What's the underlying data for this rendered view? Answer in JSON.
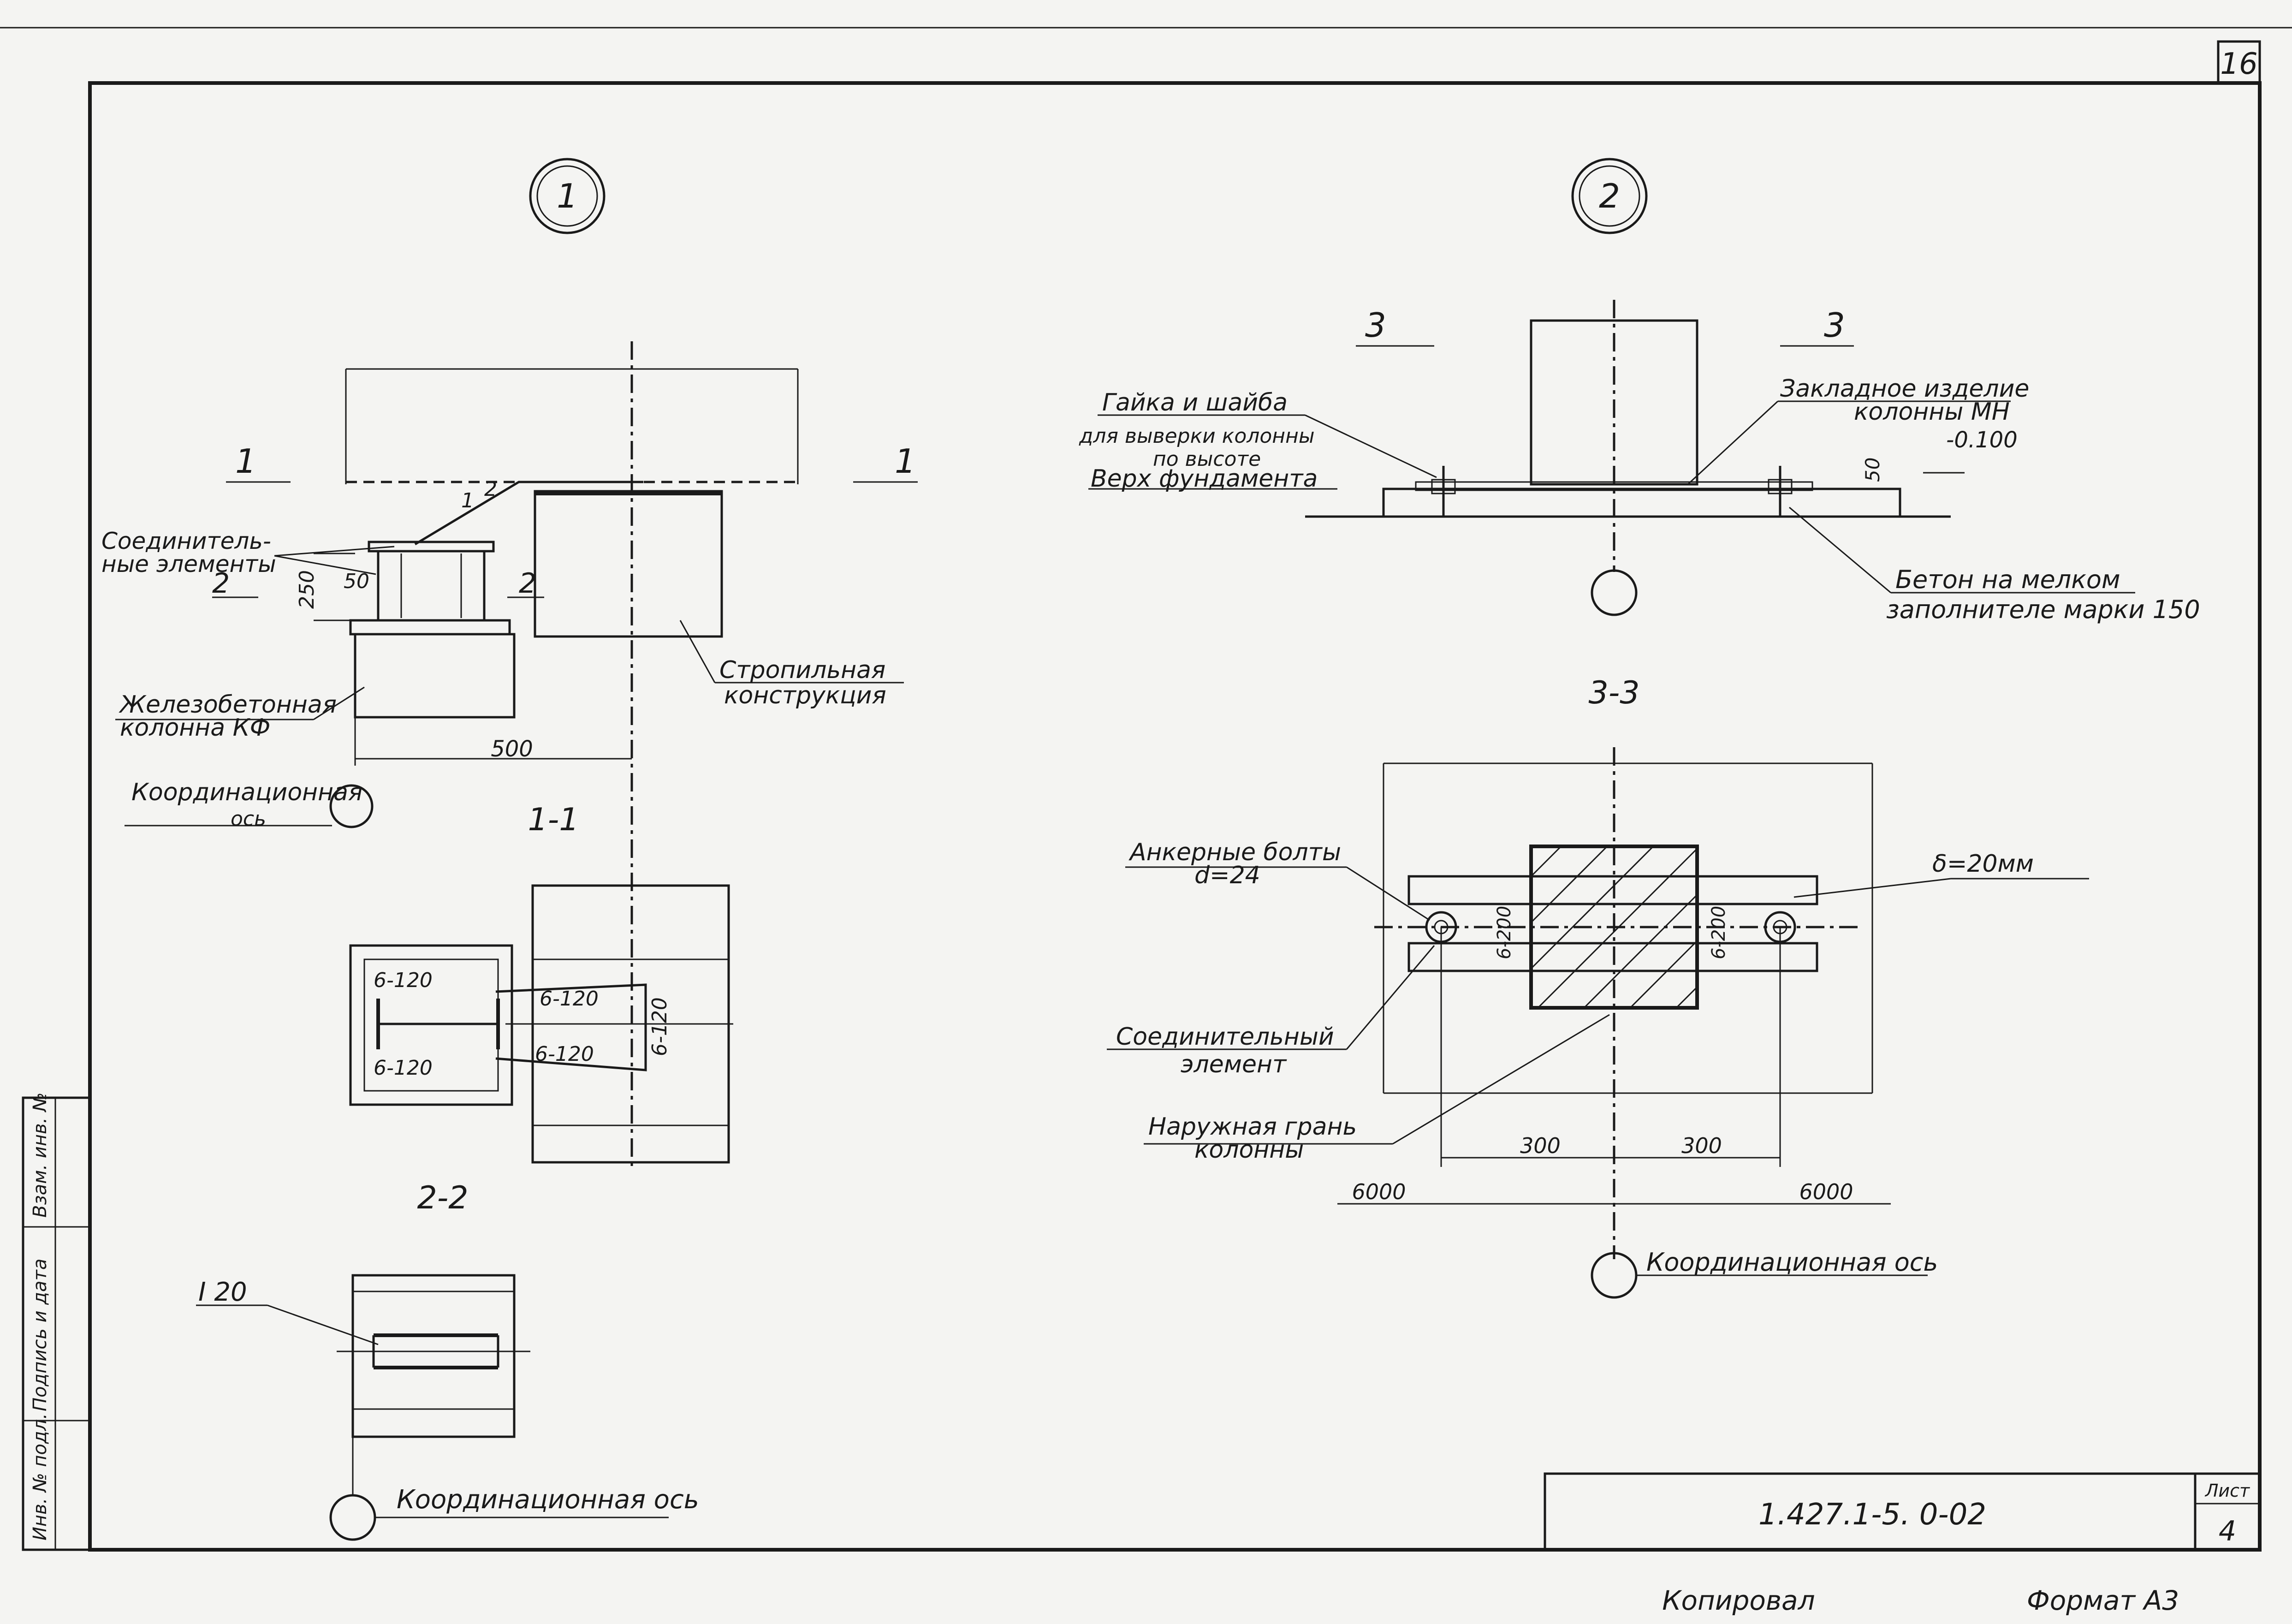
{
  "sheet": {
    "corner_number": "16",
    "drawing_code": "1.427.1-5. 0-02",
    "list_label": "Лист",
    "list_number": "4",
    "copied_label": "Копировал",
    "format_label": "Формат А3"
  },
  "side_stamp": {
    "inv_original": "Инв. № подл.",
    "signature_date": "Подпись и дата",
    "replaces_inv": "Взам. инв. №"
  },
  "node1": {
    "marker": "1",
    "labels": {
      "connecting_elements_1": "Соединитель-",
      "connecting_elements_2": "ные элементы",
      "rc_column_1": "Железобетонная",
      "rc_column_2": "колонна КФ",
      "truss_1": "Стропильная",
      "truss_2": "конструкция",
      "coord_axis_1": "Координационная",
      "coord_axis_2": "ось"
    },
    "dims": {
      "d500": "500",
      "d250": "250",
      "d50": "50",
      "d1": "1",
      "d2": "2"
    },
    "section_marks": {
      "s1_left": "1",
      "s1_right": "1",
      "s2_left": "2",
      "s2_right": "2"
    }
  },
  "section11": {
    "title": "1-1",
    "welds": {
      "w1": "6-120",
      "w2": "6-120",
      "w3": "6-120",
      "w4": "6-120",
      "w5": "6-120"
    }
  },
  "section22": {
    "title": "2-2",
    "beam": "I 20",
    "coord_axis": "Координационная ось"
  },
  "node2": {
    "marker": "2",
    "labels": {
      "nut_1": "Гайка и шайба",
      "nut_2": "для выверки колонны",
      "nut_3": "по высоте",
      "top_foundation": "Верх фундамента",
      "embedded_1": "Закладное изделие",
      "embedded_2": "колонны МН",
      "level": "-0.100",
      "concrete_1": "Бетон на мелком",
      "concrete_2": "заполнителе марки 150"
    },
    "dims": {
      "d50": "50"
    },
    "section_marks": {
      "s3_left": "3",
      "s3_right": "3"
    }
  },
  "section33": {
    "title": "3-3",
    "labels": {
      "anchor_1": "Анкерные болты",
      "anchor_2": "d=24",
      "plate": "δ=20мм",
      "conn_1": "Соединительный",
      "conn_2": "элемент",
      "outer_1": "Наружная грань",
      "outer_2": "колонны",
      "coord_axis": "Координационная ось"
    },
    "welds": {
      "w1": "6-200",
      "w2": "6-200"
    },
    "dims": {
      "d300a": "300",
      "d300b": "300",
      "d6000a": "6000",
      "d6000b": "6000"
    }
  }
}
